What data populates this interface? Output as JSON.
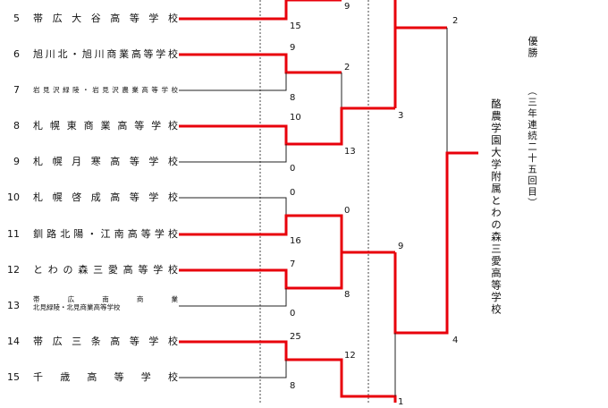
{
  "teams": [
    {
      "no": "5",
      "name": "帯 広 大 谷 高 等 学 校"
    },
    {
      "no": "6",
      "name": "旭川北・旭川商業高等学校"
    },
    {
      "no": "7",
      "name": "岩見沢緑陵・岩見沢農業高等学校"
    },
    {
      "no": "8",
      "name": "札 幌 東 商 業 高 等 学 校"
    },
    {
      "no": "9",
      "name": "札 幌 月 寒 高 等 学 校"
    },
    {
      "no": "10",
      "name": "札 幌 啓 成 高 等 学 校"
    },
    {
      "no": "11",
      "name": "釧路北陽・江南高等学校"
    },
    {
      "no": "12",
      "name": "と わ の 森 三 愛 高 等 学 校"
    },
    {
      "no": "13",
      "name_line1": "帯 広 南 商 業",
      "name_line2": "北見緑陵・北見商業高等学校"
    },
    {
      "no": "14",
      "name": "帯 広 三 条 高 等 学 校"
    },
    {
      "no": "15",
      "name": "千 歳 高 等 学 校"
    }
  ],
  "scores": {
    "s5": "15",
    "s_top": "9",
    "s6": "9",
    "s7": "8",
    "s67": "2",
    "s8": "10",
    "s9": "0",
    "s89": "13",
    "s6789": "3",
    "s_upper": "2",
    "s10": "0",
    "s11": "16",
    "s1011": "0",
    "s12": "7",
    "s13": "0",
    "s1213": "8",
    "s10to13": "9",
    "s14": "25",
    "s15": "8",
    "s1415": "12",
    "s_lower_bottom": "1",
    "s_lower": "4"
  },
  "champion": {
    "label": "優勝",
    "note": "（三年連続二十五回目）",
    "school": "酪農学園大学附属とわの森三愛高等学校"
  },
  "colors": {
    "winner": "#e8000b",
    "loser": "#222222",
    "divider": "#444444"
  }
}
